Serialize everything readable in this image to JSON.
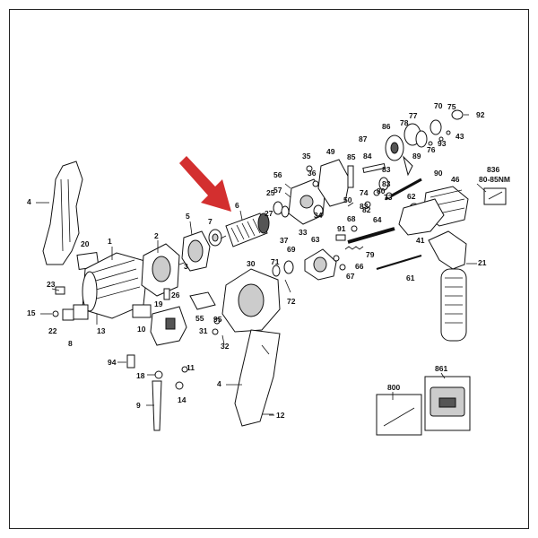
{
  "labels": {
    "l4a": "4",
    "l20": "20",
    "l1": "1",
    "l2": "2",
    "l3": "3",
    "l5": "5",
    "l7": "7",
    "l6": "6",
    "l23": "23",
    "l15": "15",
    "l22": "22",
    "l8": "8",
    "l13": "13",
    "l26": "26",
    "l19": "19",
    "l10": "10",
    "l55": "55",
    "l94": "94",
    "l18": "18",
    "l9": "9",
    "l11": "11",
    "l14": "14",
    "l95": "95",
    "l31": "31",
    "l32": "32",
    "l30": "30",
    "l71": "71",
    "l72": "72",
    "l69": "69",
    "l4b": "4",
    "l12": "12",
    "l56": "56",
    "l57": "57",
    "l35": "35",
    "l36": "36",
    "l25": "25",
    "l27": "27",
    "l33": "33",
    "l34": "34",
    "l37": "37",
    "l49": "49",
    "l50": "50",
    "l85": "85",
    "l84": "84",
    "l83a": "83",
    "l87": "87",
    "l86": "86",
    "l77": "77",
    "l78": "78",
    "l70": "70",
    "l75": "75",
    "l92": "92",
    "l43": "43",
    "l76": "76",
    "l93": "93",
    "l89": "89",
    "l90": "90",
    "l46": "46",
    "l836": "836",
    "l8085": "80-85NM",
    "l83b": "83",
    "l80": "80",
    "l62": "62",
    "l74": "74",
    "l73": "73",
    "l82": "82",
    "l68": "68",
    "l64": "64",
    "l91": "91",
    "l41": "41",
    "l79": "79",
    "l63": "63",
    "l66": "66",
    "l67": "67",
    "l61": "61",
    "l21": "21",
    "l800": "800",
    "l861": "861",
    "l83c": "83"
  },
  "callout": {
    "color": "#d32f2f",
    "icon": "arrow-icon"
  }
}
